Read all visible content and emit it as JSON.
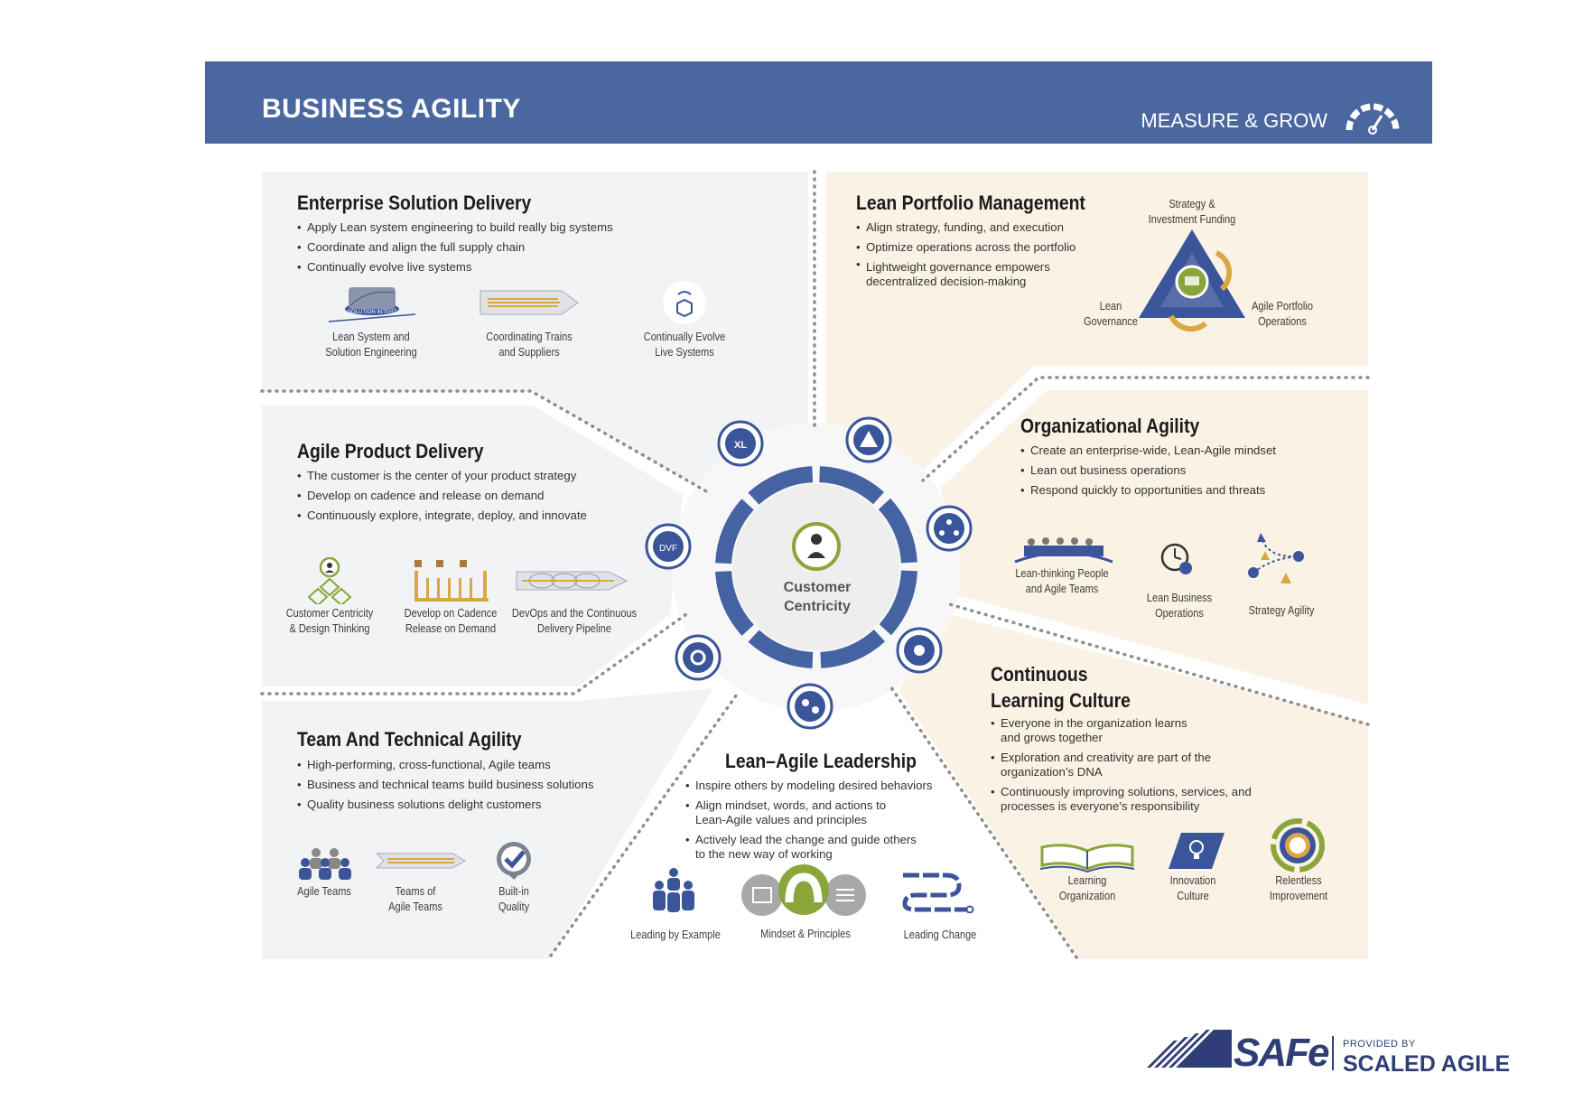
{
  "header": {
    "title": "BUSINESS AGILITY",
    "measure": "MEASURE & GROW"
  },
  "center": {
    "label": "Customer\nCentricity"
  },
  "esd": {
    "title": "Enterprise Solution Delivery",
    "bullets": [
      "Apply Lean system engineering to build really big systems",
      "Coordinate and align the full supply chain",
      "Continually evolve live systems"
    ],
    "icons": [
      "Lean System and\nSolution Engineering",
      "Coordinating Trains\nand Suppliers",
      "Continually Evolve\nLive Systems"
    ],
    "solution_intent": "SOLUTION INTENT"
  },
  "lpm": {
    "title": "Lean Portfolio Management",
    "bullets": [
      "Align strategy, funding, and execution",
      "Optimize operations across the portfolio",
      "Lightweight governance empowers\ndecentralized decision-making"
    ],
    "triangle": {
      "top": "Strategy &\nInvestment Funding",
      "left": "Lean\nGovernance",
      "right": "Agile Portfolio\nOperations"
    }
  },
  "apd": {
    "title": "Agile Product Delivery",
    "bullets": [
      "The customer is the center of your product strategy",
      "Develop on cadence and release on demand",
      "Continuously explore, integrate, deploy, and innovate"
    ],
    "icons": [
      "Customer Centricity\n& Design Thinking",
      "Develop on Cadence\nRelease on Demand",
      "DevOps and the Continuous\nDelivery Pipeline"
    ]
  },
  "oa": {
    "title": "Organizational Agility",
    "bullets": [
      "Create an enterprise-wide, Lean-Agile mindset",
      "Lean out business operations",
      "Respond quickly to opportunities and threats"
    ],
    "icons": [
      "Lean-thinking People\nand Agile Teams",
      "Lean Business\nOperations",
      "Strategy Agility"
    ]
  },
  "tta": {
    "title": "Team And Technical Agility",
    "bullets": [
      "High-performing, cross-functional, Agile teams",
      "Business and technical teams build business solutions",
      "Quality business solutions delight customers"
    ],
    "icons": [
      "Agile Teams",
      "Teams of\nAgile Teams",
      "Built-in\nQuality"
    ]
  },
  "cl": {
    "title": "Continuous\nLearning Culture",
    "bullets": [
      "Everyone in the organization learns\nand grows together",
      "Exploration and creativity are part of the\norganization’s DNA",
      "Continuously improving solutions, services, and\nprocesses is everyone’s responsibility"
    ],
    "icons": [
      "Learning\nOrganization",
      "Innovation\nCulture",
      "Relentless\nImprovement"
    ]
  },
  "lal": {
    "title": "Lean–Agile Leadership",
    "bullets": [
      "Inspire others by modeling desired behaviors",
      "Align mindset, words, and actions to\nLean-Agile values and principles",
      "Actively lead the change and guide others\nto the new way of working"
    ],
    "icons": [
      "Leading by Example",
      "Mindset & Principles",
      "Leading Change"
    ]
  },
  "logo": {
    "safe": "SAFe",
    "provided": "PROVIDED BY",
    "scaled": "SCALED AGILE"
  },
  "colors": {
    "header": "#4a67a0",
    "navy": "#3b559b",
    "gold": "#d9a845",
    "green": "#8aa63a",
    "gray_panel": "#f2f3f4",
    "beige_panel": "#faf2e4"
  }
}
